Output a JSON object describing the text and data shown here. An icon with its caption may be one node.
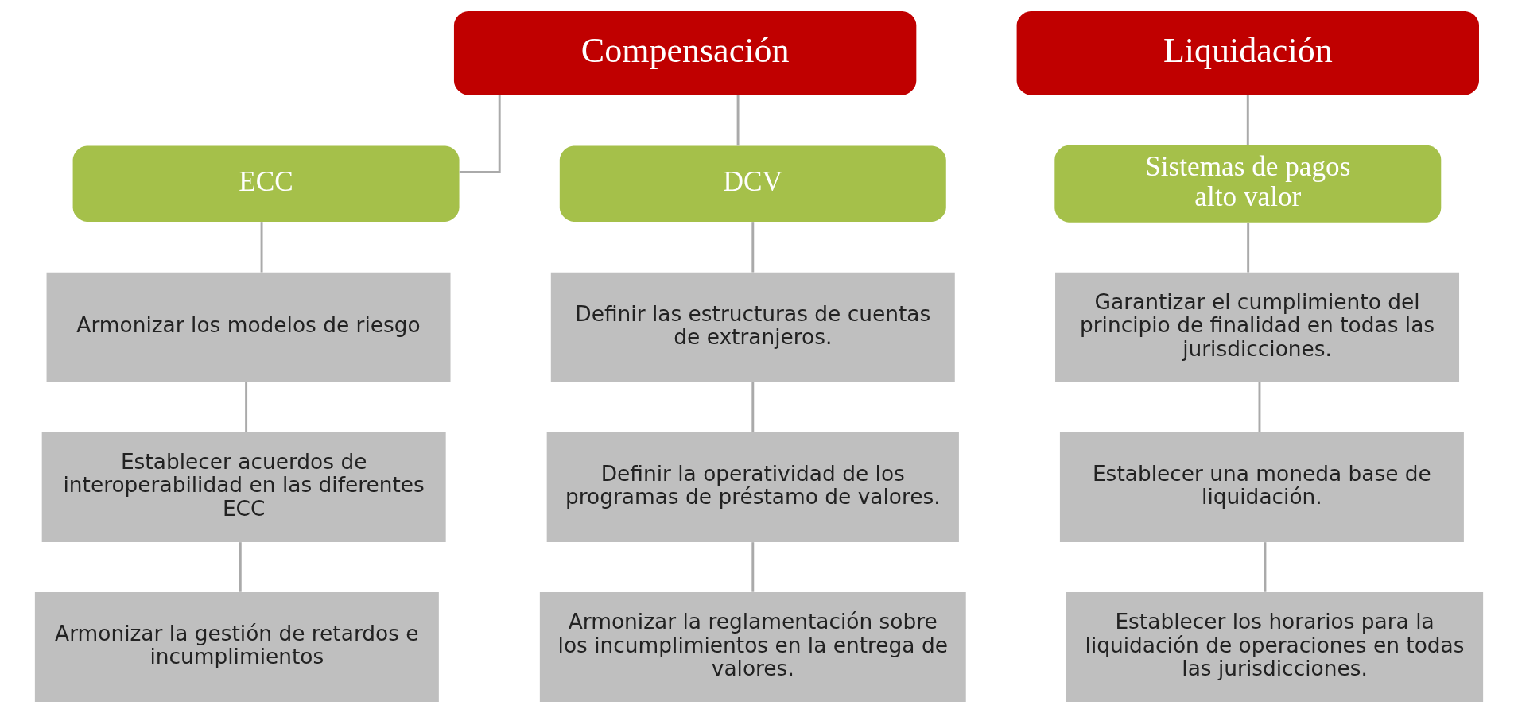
{
  "diagram": {
    "nodes": [
      {
        "text": [
          "Compensación"
        ]
      },
      {
        "text": [
          "Liquidación"
        ]
      },
      {
        "text": [
          "ECC"
        ]
      },
      {
        "text": [
          "DCV"
        ]
      },
      {
        "text": [
          "Sistemas de pagos alto valor"
        ]
      },
      {
        "text": [
          "Armonizar los modelos de riesgo"
        ]
      },
      {
        "text": [
          "Definir las estructuras de cuentas de extranjeros."
        ]
      },
      {
        "text": [
          "Garantizar el cumplimiento del principio de finalidad en todas las jurisdicciones."
        ]
      },
      {
        "text": [
          "Establecer acuerdos de interoperabilidad en las diferentes ECC"
        ]
      },
      {
        "text": [
          "Definir la operatividad de los programas de préstamo de valores."
        ]
      },
      {
        "text": [
          "Establecer una moneda base de liquidación."
        ]
      },
      {
        "text": [
          "Armonizar la gestión de retardos e incumplimientos"
        ]
      },
      {
        "text": [
          "Armonizar la reglamentación sobre los incumplimientos en la entrega de valores."
        ]
      },
      {
        "text": [
          "Establecer los horarios para la liquidación de operaciones en todas las jurisdicciones."
        ]
      }
    ],
    "edges": [
      {
        "from": 0,
        "to": 2,
        "arrow": "none"
      },
      {
        "from": 0,
        "to": 3,
        "arrow": "none"
      },
      {
        "from": 1,
        "to": 4,
        "arrow": "none"
      },
      {
        "from": 2,
        "to": 5,
        "arrow": "none"
      },
      {
        "from": 5,
        "to": 8,
        "arrow": "none"
      },
      {
        "from": 8,
        "to": 11,
        "arrow": "none"
      },
      {
        "from": 3,
        "to": 6,
        "arrow": "none"
      },
      {
        "from": 6,
        "to": 9,
        "arrow": "none"
      },
      {
        "from": 9,
        "to": 12,
        "arrow": "none"
      },
      {
        "from": 4,
        "to": 7,
        "arrow": "none"
      },
      {
        "from": 7,
        "to": 10,
        "arrow": "none"
      },
      {
        "from": 10,
        "to": 13,
        "arrow": "none"
      }
    ]
  }
}
